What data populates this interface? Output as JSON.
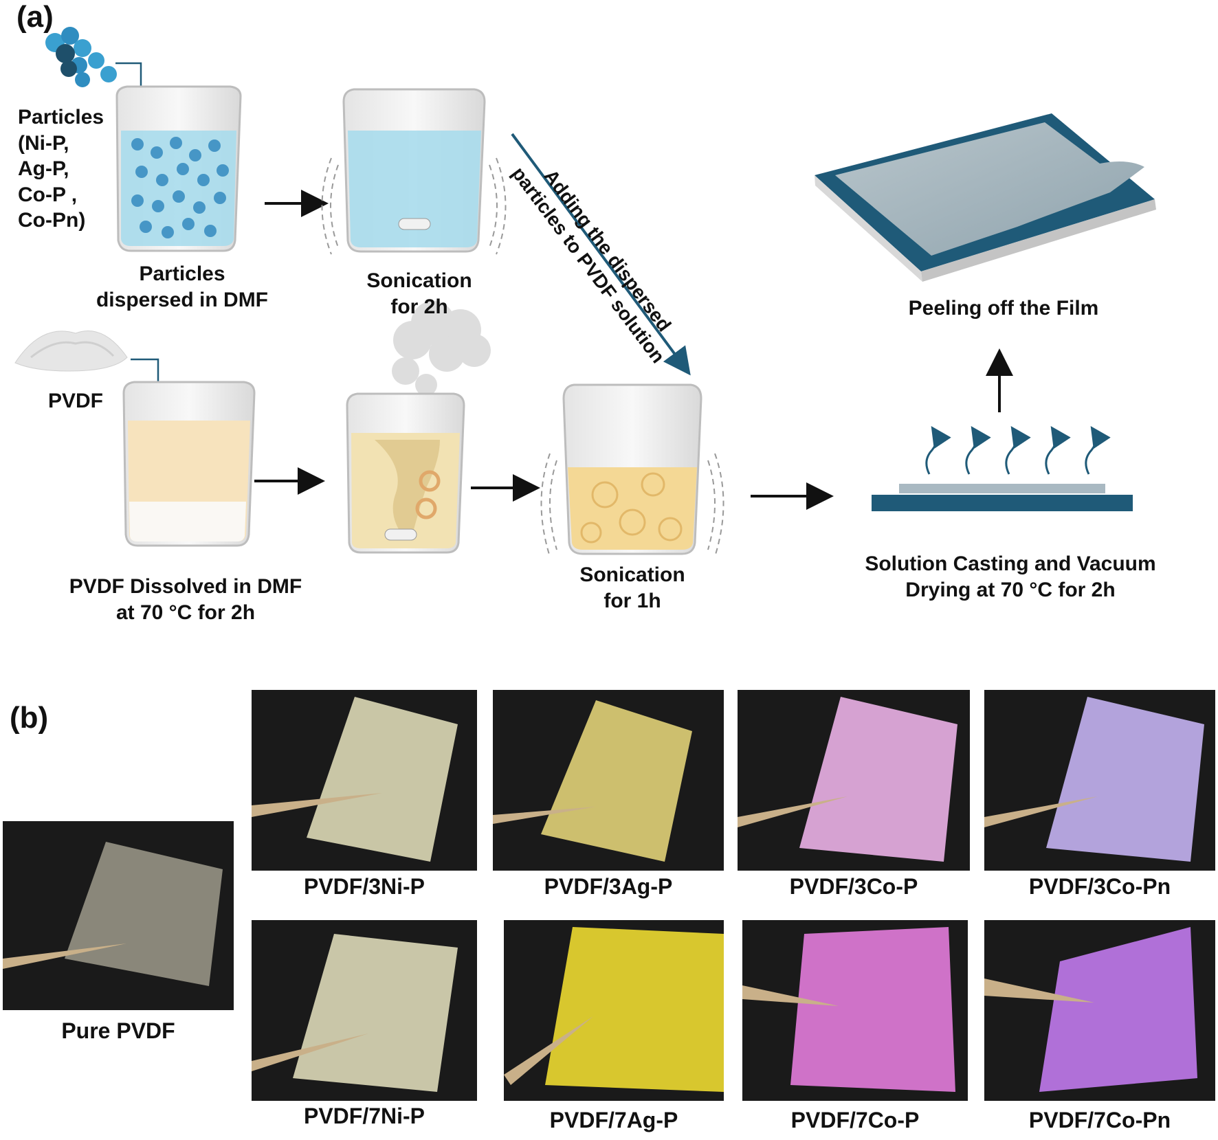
{
  "panels": {
    "a": "(a)",
    "b": "(b)"
  },
  "panel_a": {
    "particles_label": [
      "Particles",
      "(Ni-P,",
      "Ag-P,",
      "Co-P ,",
      "Co-Pn)"
    ],
    "dispersed_label": [
      "Particles",
      "dispersed in DMF"
    ],
    "sonication2h": [
      "Sonication",
      "for 2h"
    ],
    "diagonal_label": [
      "Adding the dispersed",
      "particles to PVDF solution"
    ],
    "pvdf_label": "PVDF",
    "dissolved_label": [
      "PVDF Dissolved in DMF",
      "at 70 °C for 2h"
    ],
    "sonication1h": [
      "Sonication",
      "for 1h"
    ],
    "casting_label": [
      "Solution Casting and Vacuum",
      "Drying at 70 °C for 2h"
    ],
    "peeling_label": "Peeling off the Film"
  },
  "panel_b": {
    "pure": "Pure PVDF",
    "row1": [
      "PVDF/3Ni-P",
      "PVDF/3Ag-P",
      "PVDF/3Co-P",
      "PVDF/3Co-Pn"
    ],
    "row2": [
      "PVDF/7Ni-P",
      "PVDF/7Ag-P",
      "PVDF/7Co-P",
      "PVDF/7Co-Pn"
    ],
    "film_colors": {
      "pure": "#8a877a",
      "row1": [
        "#c9c6a6",
        "#cdbf6e",
        "#d6a2d2",
        "#b3a3dc"
      ],
      "row2": [
        "#c9c6a8",
        "#d8c72e",
        "#cf72c8",
        "#b070d8"
      ]
    }
  },
  "colors": {
    "accent": "#1f5a78",
    "beaker_blue": "#a9dcec",
    "beaker_yellow": "#f4d895"
  }
}
